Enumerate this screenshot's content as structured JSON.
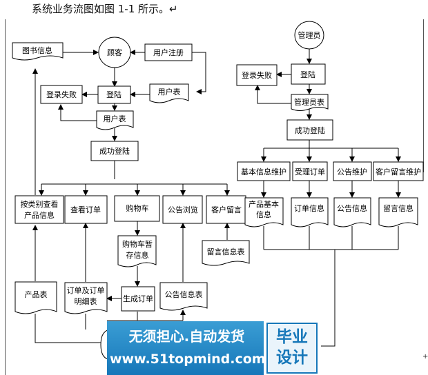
{
  "caption": "系统业务流图如图 1-1 所示。↵",
  "nodes": {
    "book_info": "图书信息",
    "customer": "顾客",
    "user_register": "用户注册",
    "login_fail_left": "登录失败",
    "login_left": "登陆",
    "user_table_right": "用户表",
    "user_table_mid": "用户表",
    "login_success_left": "成功登陆",
    "browse_by_category": [
      "按类别查看",
      "产品信息"
    ],
    "view_orders": "查看订单",
    "shopping_cart": "购物车",
    "notice_browse": "公告浏览",
    "customer_message": "客户留言",
    "cart_stored_info": [
      "购物车暂",
      "存信息"
    ],
    "message_info_table": "留言信息表",
    "generate_order": "生成订单",
    "product_table": "产品表",
    "order_detail_table": [
      "订单及订单",
      "明细表"
    ],
    "notice_info_table": "公告信息表",
    "admin": "管理员",
    "login_fail_right": "登录失败",
    "login_right": "登陆",
    "admin_table": "管理员表",
    "login_success_right": "成功登陆",
    "basic_info_maintain": "基本信息维护",
    "accept_orders": "受理订单",
    "notice_maintain": "公告维护",
    "customer_message_maintain": "客户留言维护",
    "product_basic_info": [
      "产品基本",
      "信息"
    ],
    "order_info": "订单信息",
    "notice_info": "公告信息",
    "message_info": "留言信息"
  },
  "watermark": {
    "line1": "无须担心.自动发货",
    "line2": "www.51topmind.com",
    "badge": "毕业设计",
    "colors": {
      "blue": "#1677b9",
      "light": "#eaf4fb"
    }
  }
}
